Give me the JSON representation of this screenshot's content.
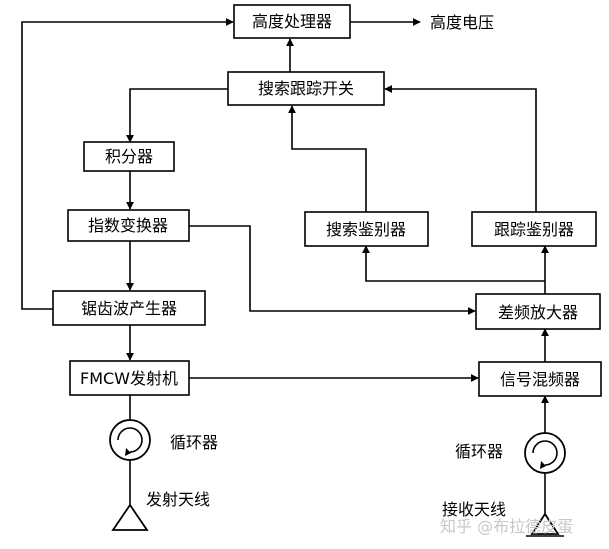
{
  "blocks": {
    "height_processor": "高度处理器",
    "search_track_switch": "搜索跟踪开关",
    "integrator": "积分器",
    "exponential_converter": "指数变换器",
    "sawtooth_generator": "锯齿波产生器",
    "fmcw_transmitter": "FMCW发射机",
    "search_discriminator": "搜索鉴别器",
    "track_discriminator": "跟踪鉴别器",
    "diff_freq_amplifier": "差频放大器",
    "signal_mixer": "信号混频器"
  },
  "labels": {
    "height_voltage": "高度电压",
    "circulator_tx": "循环器",
    "circulator_rx": "循环器",
    "tx_antenna": "发射天线",
    "rx_antenna": "接收天线"
  },
  "watermark": "知乎 @布拉德皮蛋",
  "colors": {
    "line": "#000000",
    "background": "#ffffff",
    "watermark": "#c8c8c8"
  }
}
